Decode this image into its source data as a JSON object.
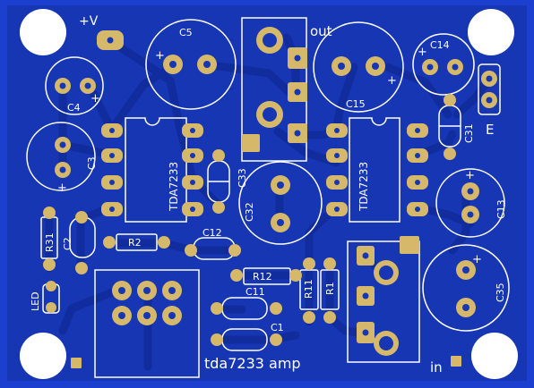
{
  "board": {
    "title": "tda7233 amp",
    "colors": {
      "substrate": "#1d3fd0",
      "copper_pour": "#1736b4",
      "trace": "#112c9c",
      "pad": "#d6b86a",
      "silkscreen": "#ffffff",
      "hole": "#ffffff"
    }
  },
  "labels": {
    "vplus": "+V",
    "out": "out",
    "in": "in",
    "e": "E",
    "led": "LED",
    "c1": "C1",
    "c2": "C2",
    "c3": "C3",
    "c4": "C4",
    "c5": "C5",
    "c11": "C11",
    "c12": "C12",
    "c13": "C13",
    "c14": "C14",
    "c15": "C15",
    "c31": "C31",
    "c32": "C32",
    "c33": "C33",
    "c35": "C35",
    "r1": "R1",
    "r2": "R2",
    "r11": "R11",
    "r12": "R12",
    "r31": "R31",
    "ic1": "TDA7233",
    "ic2": "TDA7233"
  },
  "symbols": {
    "plus": "+"
  }
}
